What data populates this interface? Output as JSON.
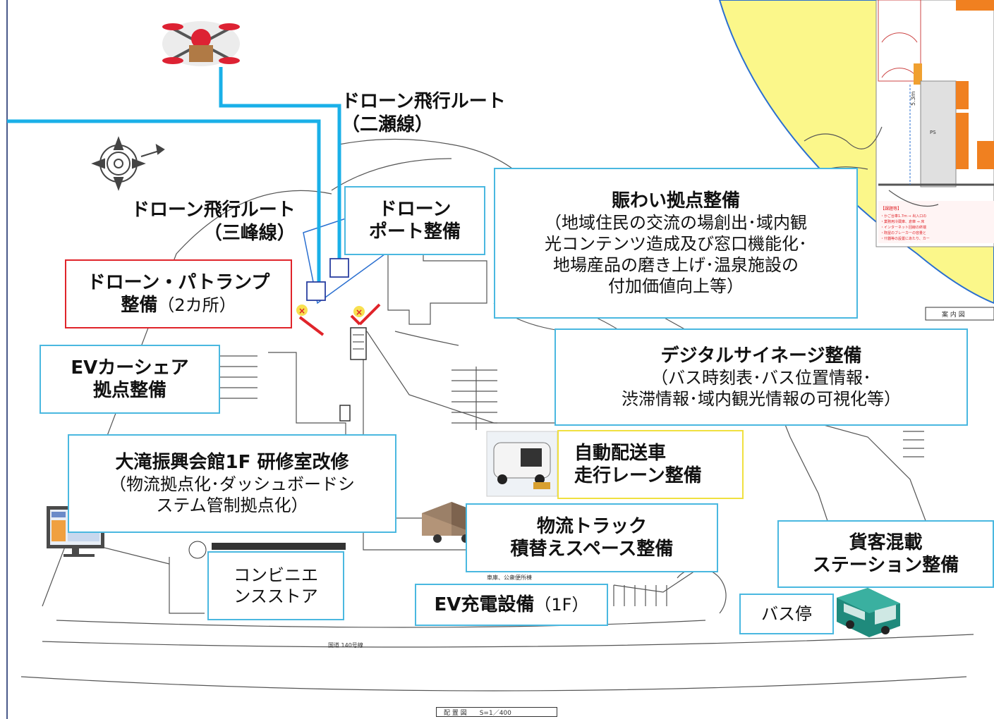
{
  "labels": {
    "route_nise_title": "ドローン飛行ルート",
    "route_nise_sub": "（二瀬線）",
    "route_mitsumine_title": "ドローン飛行ルート",
    "route_mitsumine_sub": "（三峰線）",
    "droneport_line1": "ドローン",
    "droneport_line2": "ポート整備",
    "patolamp_title": "ドローン・パトランプ",
    "patolamp_main": "整備",
    "patolamp_sub": "（2カ所）",
    "nigiwai_title": "賑わい拠点整備",
    "nigiwai_l1": "（地域住民の交流の場創出･域内観",
    "nigiwai_l2": "光コンテンツ造成及び窓口機能化･",
    "nigiwai_l3": "地場産品の磨き上げ･温泉施設の",
    "nigiwai_l4": "付加価値向上等）",
    "signage_title": "デジタルサイネージ整備",
    "signage_l1": "（バス時刻表･バス位置情報･",
    "signage_l2": "渋滞情報･域内観光情報の可視化等）",
    "ev_share_l1": "EVカーシェア",
    "ev_share_l2": "拠点整備",
    "otaki_title": "大滝振興会館1F 研修室改修",
    "otaki_l1": "（物流拠点化･ダッシュボードシ",
    "otaki_l2": "ステム管制拠点化）",
    "auto_delivery_l1": "自動配送車",
    "auto_delivery_l2": "走行レーン整備",
    "truck_l1": "物流トラック",
    "truck_l2": "積替えスペース整備",
    "mixed_l1": "貨客混載",
    "mixed_l2": "ステーション整備",
    "conveni_l1": "コンビニエ",
    "conveni_l2": "ンスストア",
    "ev_charge_main": "EV充電設備",
    "ev_charge_sub": "（1F）",
    "bus_stop": "バス停"
  },
  "map_text": {
    "scale": "配 置 図　　S=1／400",
    "road": "国道 140号線",
    "map_index": "案 内 図",
    "toilet": "車庫、公衆便所棟",
    "ps": "PS",
    "dim": "5.3m"
  },
  "colors": {
    "route_line": "#1ab0e8",
    "box_border": "#4ab8e0",
    "red_border": "#e0242a",
    "yellow_border": "#f0e040",
    "highlight_area": "#fbf78a"
  },
  "icons": [
    "drone-icon",
    "compass-icon",
    "monitor-icon",
    "truck-icon",
    "delivery-robot-icon",
    "bus-icon",
    "patolamp-marker-icon"
  ]
}
